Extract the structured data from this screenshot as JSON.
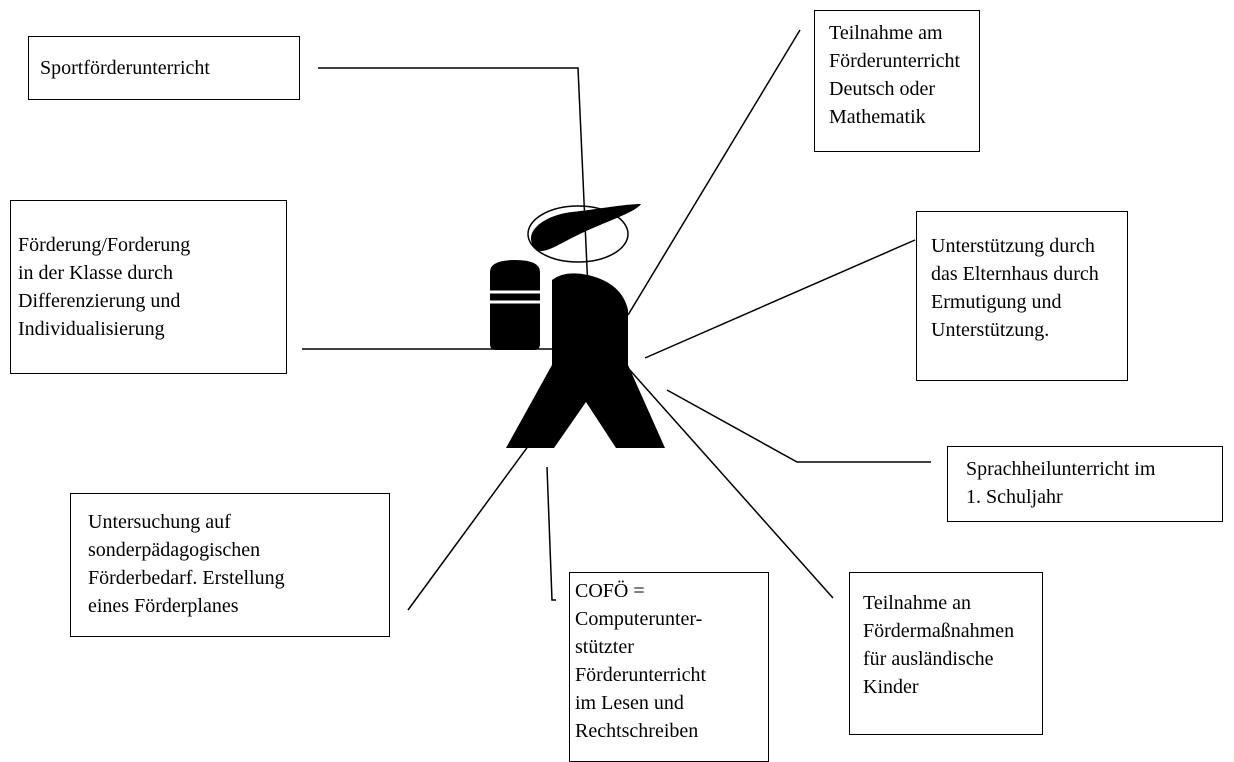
{
  "boxes": {
    "sport": "Sportförderunterricht",
    "teilnahme_deutsch": "Teilnahme am\nFörderunterricht\nDeutsch oder\nMathematik",
    "klasse": "Förderung/Forderung\nin der Klasse durch\nDifferenzierung und\nIndividualisierung",
    "elternhaus": "Unterstützung durch\ndas Elternhaus durch\nErmutigung und\nUnterstützung.",
    "sprachheil": "Sprachheilunterricht im\n1. Schuljahr",
    "untersuchung": "Untersuchung auf\nsonderpädagogischen\nFörderbedarf. Erstellung\neines Förderplanes",
    "cofo": "COFÖ =\nComputerunter-\nstützter\nFörderunterricht\nim Lesen und\nRechtschreiben",
    "auslaendisch": "Teilnahme an\nFördermaßnahmen\nfür ausländische\nKinder"
  }
}
